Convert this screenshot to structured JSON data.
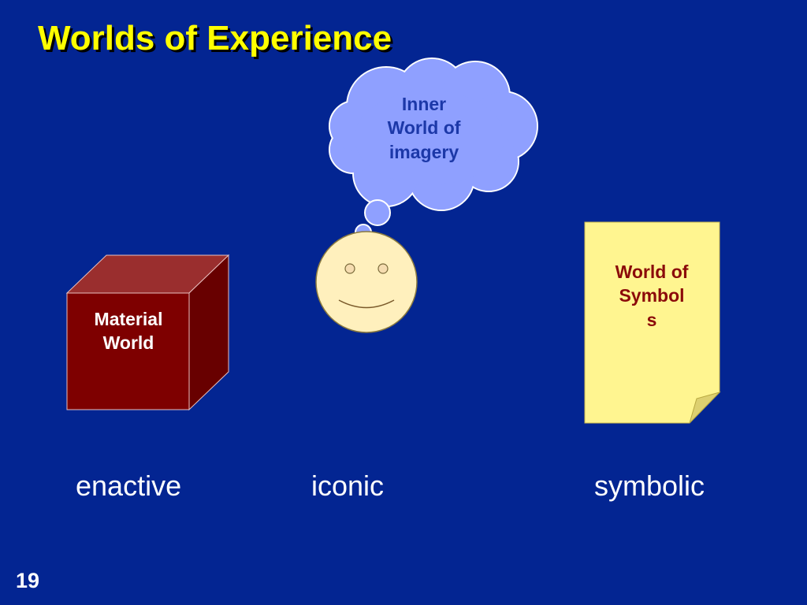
{
  "slide": {
    "title": "Worlds of Experience",
    "number": "19"
  },
  "diagram": {
    "cloud": {
      "line1": "Inner",
      "line2": "World of",
      "line3": "imagery"
    },
    "cube": {
      "line1": "Material",
      "line2": "World"
    },
    "note": {
      "line1": "World of",
      "line2": "Symbol",
      "line3": "s"
    }
  },
  "modes": {
    "enactive": "enactive",
    "iconic": "iconic",
    "symbolic": "symbolic"
  },
  "colors": {
    "background": "#032592",
    "title": "#ffff00",
    "cloud_fill": "#8fa0ff",
    "cube_front": "#7e0000",
    "cube_top": "#9a2e2e",
    "cube_side": "#680000",
    "note_fill": "#fff590",
    "face_fill": "#fff0bd"
  }
}
